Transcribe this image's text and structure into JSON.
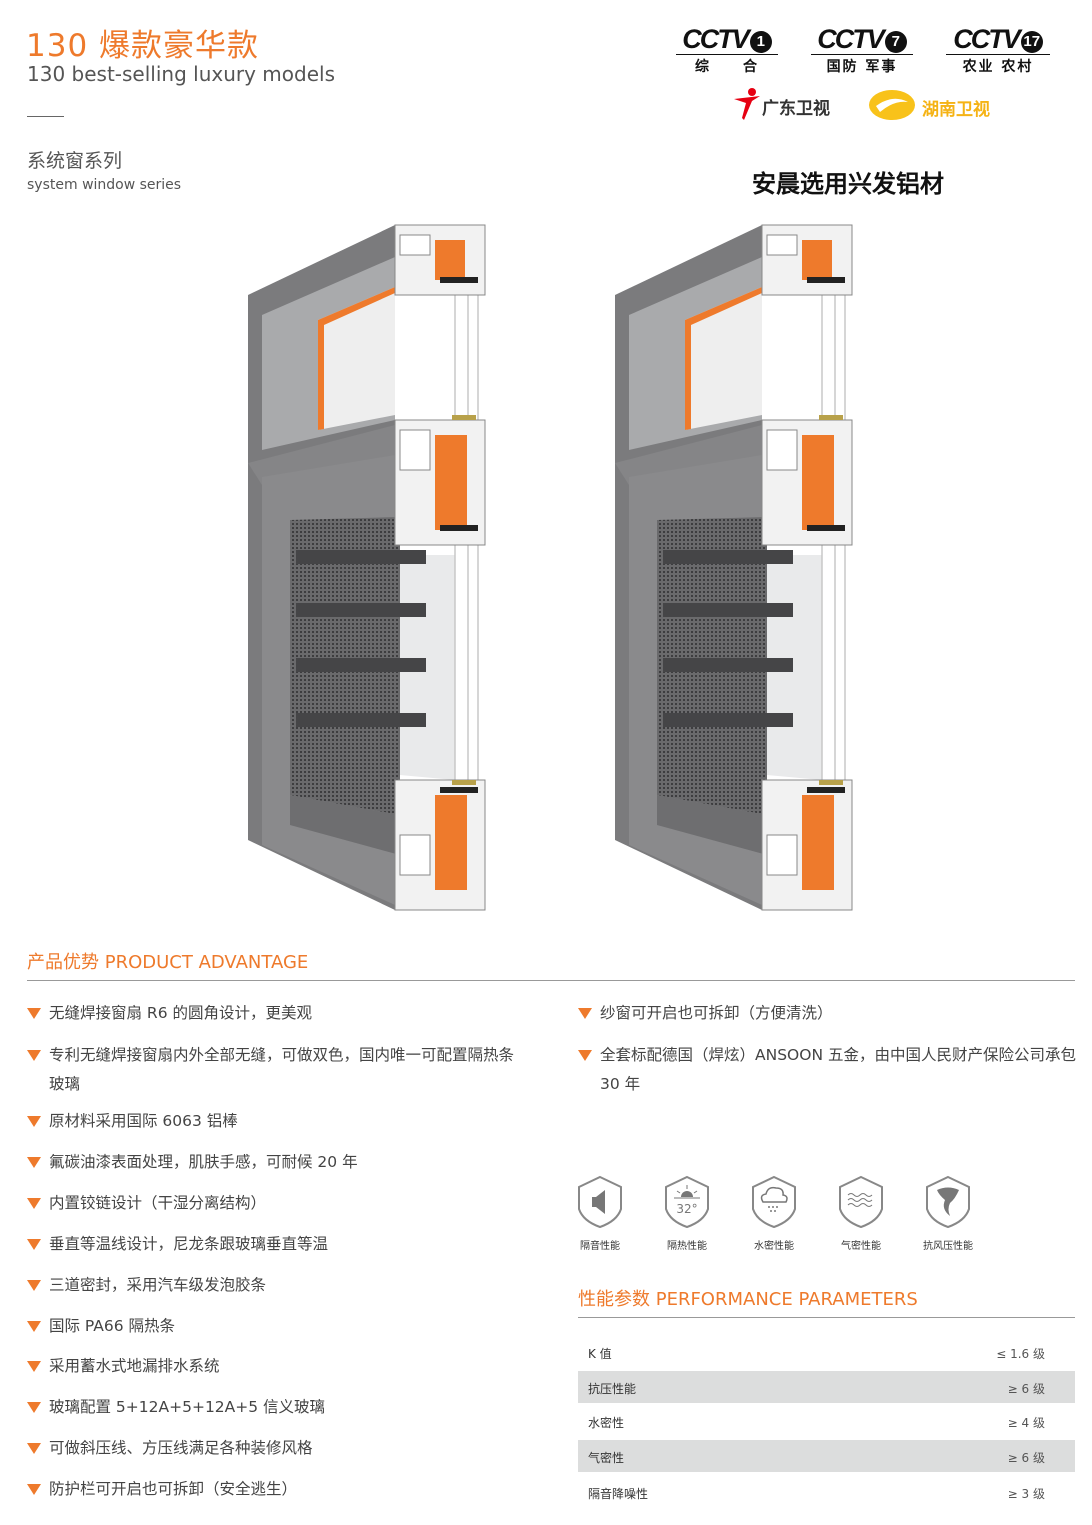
{
  "header": {
    "title_cn": "130 爆款豪华款",
    "title_en": "130 best-selling luxury models",
    "series_cn": "系统窗系列",
    "series_en": "system window series",
    "slogan": "安晨选用兴发铝材"
  },
  "logos": [
    {
      "brand": "CCTV",
      "channel": "1",
      "sub": "综　　合"
    },
    {
      "brand": "CCTV",
      "channel": "7",
      "sub": "国防 军事"
    },
    {
      "brand": "CCTV",
      "channel": "17",
      "sub": "农业 农村"
    },
    {
      "brand": "广东卫视"
    },
    {
      "brand": "湖南卫视"
    }
  ],
  "advantage": {
    "title": "产品优势  PRODUCT ADVANTAGE",
    "left": [
      "无缝焊接窗扇 R6 的圆角设计，更美观",
      "专利无缝焊接窗扇内外全部无缝，可做双色，国内唯一可配置隔热条玻璃",
      "原材料采用国际 6063 铝棒",
      "氟碳油漆表面处理，肌肤手感，可耐候 20 年",
      "内置铰链设计（干湿分离结构）",
      "垂直等温线设计，尼龙条跟玻璃垂直等温",
      "三道密封，采用汽车级发泡胶条",
      "国际 PA66 隔热条",
      "采用蓄水式地漏排水系统",
      "玻璃配置 5+12A+5+12A+5 信义玻璃",
      "可做斜压线、方压线满足各种装修风格",
      "防护栏可开启也可拆卸（安全逃生）"
    ],
    "right": [
      "纱窗可开启也可拆卸（方便清洗）",
      "全套标配德国（焊炫）ANSOON 五金，由中国人民财产保险公司承包 30 年"
    ]
  },
  "performance_icons": [
    {
      "icon": "speaker-icon",
      "label": "隔音性能"
    },
    {
      "icon": "sun-temperature-icon",
      "label": "隔热性能",
      "value": "32°"
    },
    {
      "icon": "rain-cloud-icon",
      "label": "水密性能"
    },
    {
      "icon": "air-waves-icon",
      "label": "气密性能"
    },
    {
      "icon": "tornado-icon",
      "label": "抗风压性能"
    }
  ],
  "parameters": {
    "title": "性能参数  PERFORMANCE PARAMETERS",
    "rows": [
      {
        "name": "K 值",
        "value": "≤ 1.6 级"
      },
      {
        "name": "抗压性能",
        "value": "≥ 6 级"
      },
      {
        "name": "水密性",
        "value": "≥ 4 级"
      },
      {
        "name": "气密性",
        "value": "≥ 6 级"
      },
      {
        "name": "隔音降噪性",
        "value": "≥ 3 级"
      }
    ]
  },
  "colors": {
    "accent": "#ee7a2c",
    "frame": "#7b7b7d",
    "shade": "#dcdddd"
  }
}
